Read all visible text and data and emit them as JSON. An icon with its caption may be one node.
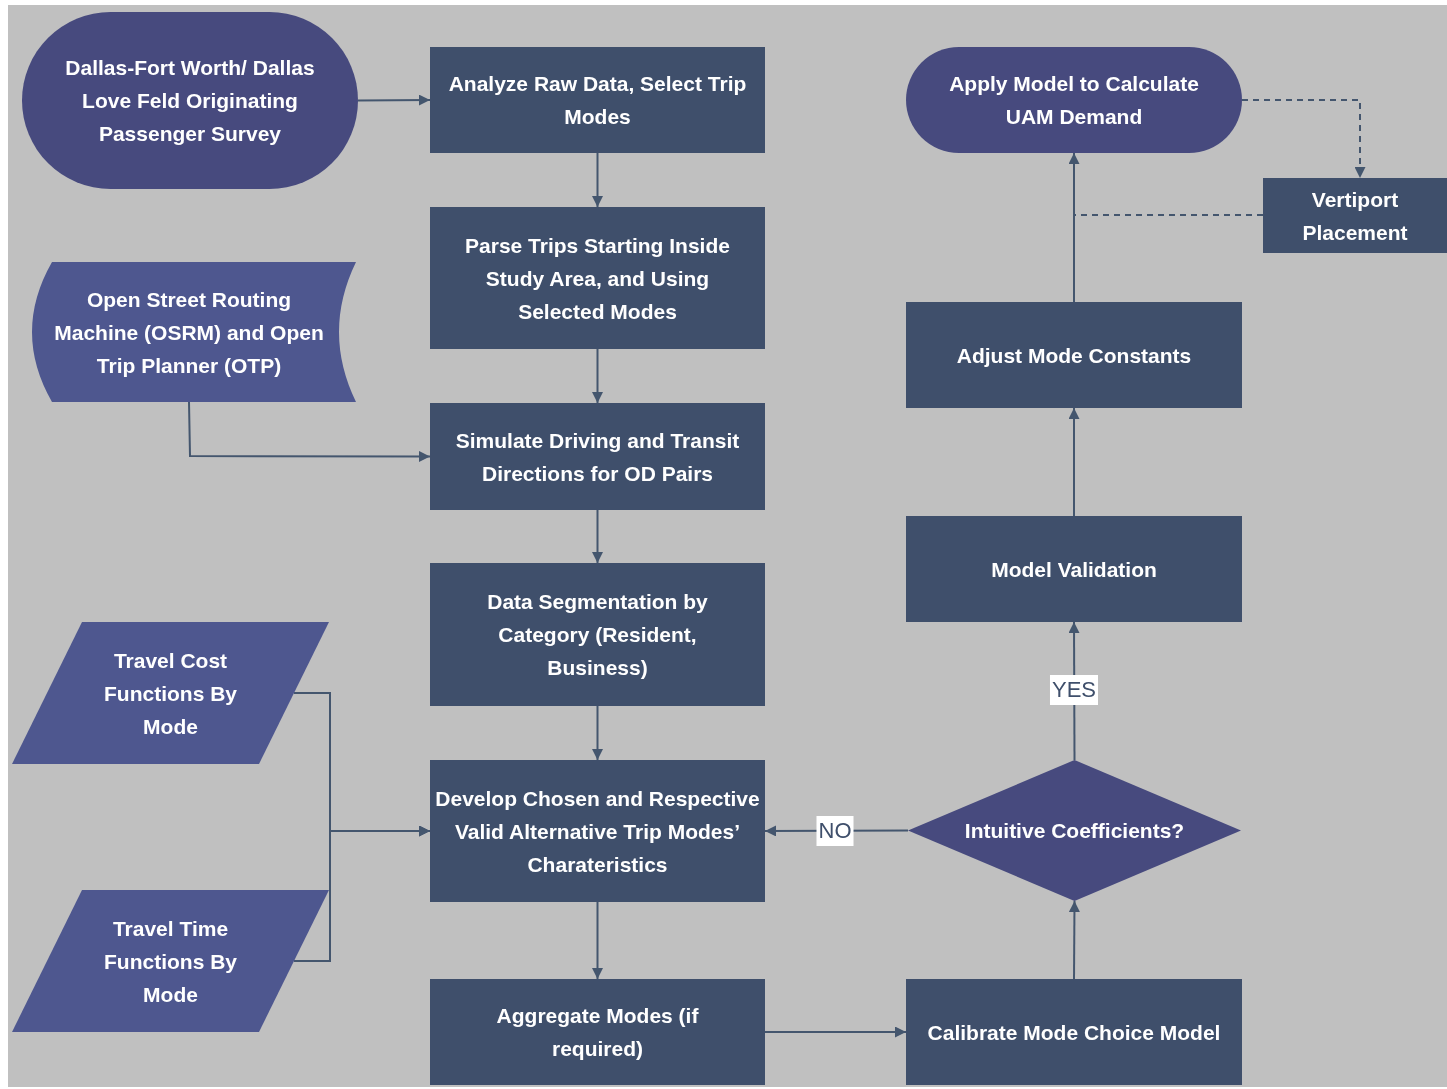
{
  "diagram": {
    "nodes": [
      {
        "text": [
          "Dallas-Fort Worth/ Dallas Love Feld Originating Passenger Survey"
        ]
      },
      {
        "text": [
          "Analyze Raw Data, Select Trip Modes"
        ]
      },
      {
        "text": [
          "Parse Trips Starting Inside Study Area, and Using Selected Modes"
        ]
      },
      {
        "text": [
          "Open Street Routing Machine (OSRM) and Open Trip Planner (OTP)"
        ]
      },
      {
        "text": [
          "Simulate Driving and Transit Directions for OD Pairs"
        ]
      },
      {
        "text": [
          "Data Segmentation by Category (Resident, Business)"
        ]
      },
      {
        "text": [
          "Travel Cost Functions By Mode"
        ]
      },
      {
        "text": [
          "Develop Chosen and Respective Valid Alternative Trip Modes’ Charateristics"
        ]
      },
      {
        "text": [
          "Travel Time Functions By Mode"
        ]
      },
      {
        "text": [
          "Aggregate Modes (if required)"
        ]
      },
      {
        "text": [
          "Calibrate Mode Choice Model"
        ]
      },
      {
        "text": [
          "Intuitive Coefficients?"
        ]
      },
      {
        "text": [
          "Model Validation"
        ]
      },
      {
        "text": [
          "Adjust Mode Constants"
        ]
      },
      {
        "text": [
          "Apply Model to Calculate UAM Demand"
        ]
      },
      {
        "text": [
          "Vertiport Placement"
        ]
      }
    ],
    "edges": [
      {
        "from": 0,
        "to": 1,
        "arrow": "to"
      },
      {
        "from": 1,
        "to": 2,
        "arrow": "to"
      },
      {
        "from": 2,
        "to": 4,
        "arrow": "to"
      },
      {
        "from": 3,
        "to": 4,
        "arrow": "to"
      },
      {
        "from": 4,
        "to": 5,
        "arrow": "to"
      },
      {
        "from": 5,
        "to": 7,
        "arrow": "to"
      },
      {
        "from": 6,
        "to": 7,
        "arrow": "to"
      },
      {
        "from": 8,
        "to": 7,
        "arrow": "to"
      },
      {
        "from": 7,
        "to": 9,
        "arrow": "to"
      },
      {
        "from": 9,
        "to": 10,
        "arrow": "to"
      },
      {
        "from": 10,
        "to": 11,
        "arrow": "to"
      },
      {
        "from": 11,
        "to": 7,
        "label": "NO",
        "arrow": "to"
      },
      {
        "from": 11,
        "to": 12,
        "label": "YES",
        "arrow": "to"
      },
      {
        "from": 12,
        "to": 13,
        "arrow": "to"
      },
      {
        "from": 13,
        "to": 14,
        "arrow": "to"
      },
      {
        "from": 14,
        "to": 15,
        "arrow": "to",
        "style": "dashed"
      },
      {
        "from": 15,
        "to": 14,
        "arrow": "none",
        "style": "dashed"
      }
    ]
  }
}
